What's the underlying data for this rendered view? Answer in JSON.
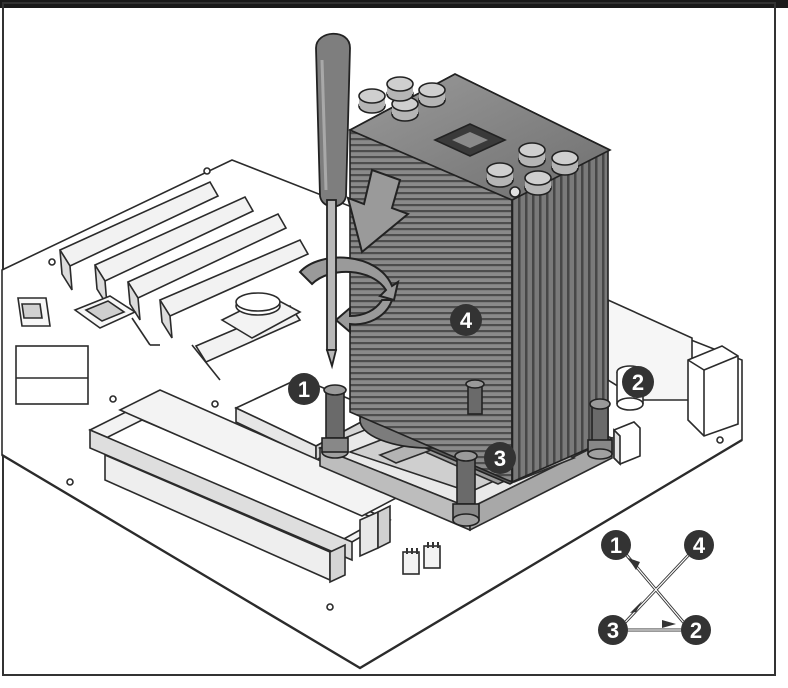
{
  "colors": {
    "header_bar": "#1a1a1a",
    "frame_border": "#333333",
    "callout_fill": "#333333",
    "callout_text": "#ffffff",
    "heatsink_fin": "#6e6e6e",
    "heatsink_dark": "#4a4a4a",
    "board_fill": "#ffffff",
    "line": "#2b2b2b"
  },
  "callouts": {
    "c1": "1",
    "c2": "2",
    "c3": "3",
    "c4": "4"
  },
  "sequence": {
    "n1": "1",
    "n2": "2",
    "n3": "3",
    "n4": "4"
  },
  "icons": [
    "screwdriver-icon",
    "push-down-arrow-icon",
    "rotate-arrow-icon",
    "mounting-screw-icon",
    "cooler-logo-icon"
  ]
}
